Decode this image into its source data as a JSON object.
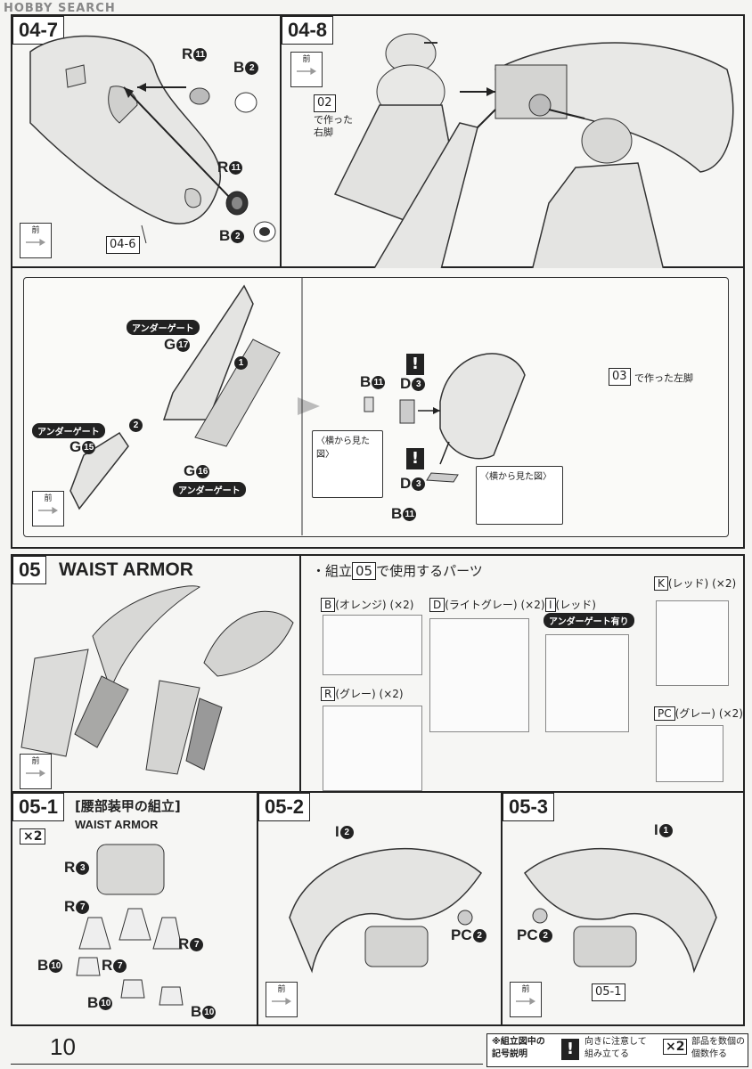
{
  "header": {
    "watermark": "HOBBY SEARCH"
  },
  "step_04_7": {
    "tag": "04-7",
    "labels": [
      "R",
      "B",
      "R",
      "B"
    ],
    "numbers": [
      "11",
      "2",
      "11",
      "2"
    ],
    "ref": "04-6",
    "front": "前"
  },
  "step_04_8": {
    "tag": "04-8",
    "front": "前",
    "ref_right": "02",
    "note_right": "で作った\n右脚",
    "ref_left": "03",
    "note_left": "で作った左脚"
  },
  "detail": {
    "under_gate": "アンダーゲート",
    "g17": "G",
    "n17": "17",
    "g15": "G",
    "n15": "15",
    "g16": "G",
    "n16": "16",
    "step1": "1",
    "step2": "2",
    "b11": "B",
    "nb11": "11",
    "d3": "D",
    "nd3": "3",
    "d3b": "D",
    "nd3b": "3",
    "b11b": "B",
    "nb11b": "11",
    "side_view": "〈横から見た図〉",
    "side_view2": "〈横から見た図〉",
    "warn": "!",
    "front": "前"
  },
  "step_05": {
    "tag": "05",
    "title": "WAIST ARMOR",
    "front": "前",
    "parts_heading_pre": "・組立",
    "parts_heading_box": "05",
    "parts_heading_post": "で使用するパーツ",
    "sprues": [
      {
        "name": "B",
        "color": "(オレンジ)",
        "qty": "(×2)"
      },
      {
        "name": "D",
        "color": "(ライトグレー)",
        "qty": "(×2)"
      },
      {
        "name": "I",
        "color": "(レッド)",
        "qty": ""
      },
      {
        "name": "K",
        "color": "(レッド)",
        "qty": "(×2)"
      },
      {
        "name": "R",
        "color": "(グレー)",
        "qty": "(×2)"
      },
      {
        "name": "PC",
        "color": "(グレー)",
        "qty": "(×2)"
      }
    ],
    "under_gate_note": "アンダーゲート有り"
  },
  "step_05_1": {
    "tag": "05-1",
    "title_jp": "[腰部装甲の組立]",
    "title_en": "WAIST ARMOR",
    "mult": "×2",
    "labels": [
      {
        "l": "R",
        "n": "3"
      },
      {
        "l": "R",
        "n": "7"
      },
      {
        "l": "R",
        "n": "7"
      },
      {
        "l": "R",
        "n": "7"
      },
      {
        "l": "B",
        "n": "10"
      },
      {
        "l": "B",
        "n": "10"
      },
      {
        "l": "B",
        "n": "10"
      }
    ]
  },
  "step_05_2": {
    "tag": "05-2",
    "i": "I",
    "ni": "2",
    "pc": "PC",
    "npc": "2",
    "front": "前"
  },
  "step_05_3": {
    "tag": "05-3",
    "i": "I",
    "ni": "1",
    "pc": "PC",
    "npc": "2",
    "front": "前",
    "ref": "05-1"
  },
  "footer": {
    "page": "10",
    "legend_title": "※組立図中の\n記号説明",
    "warn_symbol": "!",
    "warn_text": "向きに注意して\n組み立てる",
    "mult_symbol": "×2",
    "mult_text": "部品を数個の\n個数作る"
  }
}
